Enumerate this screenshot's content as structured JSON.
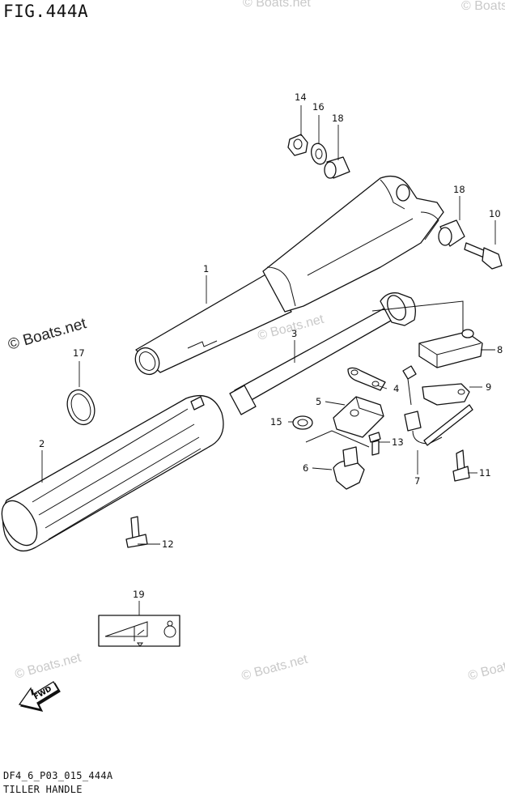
{
  "figure": {
    "title": "FIG.444A",
    "code": "DF4_6_P03_015_444A",
    "name": "TILLER HANDLE"
  },
  "watermark": {
    "text": "© Boats.net"
  },
  "labels": {
    "fwd": "FWD"
  },
  "callouts": [
    "1",
    "2",
    "3",
    "4",
    "5",
    "6",
    "7",
    "8",
    "9",
    "10",
    "11",
    "12",
    "13",
    "14",
    "15",
    "16",
    "17",
    "18",
    "18",
    "19"
  ]
}
